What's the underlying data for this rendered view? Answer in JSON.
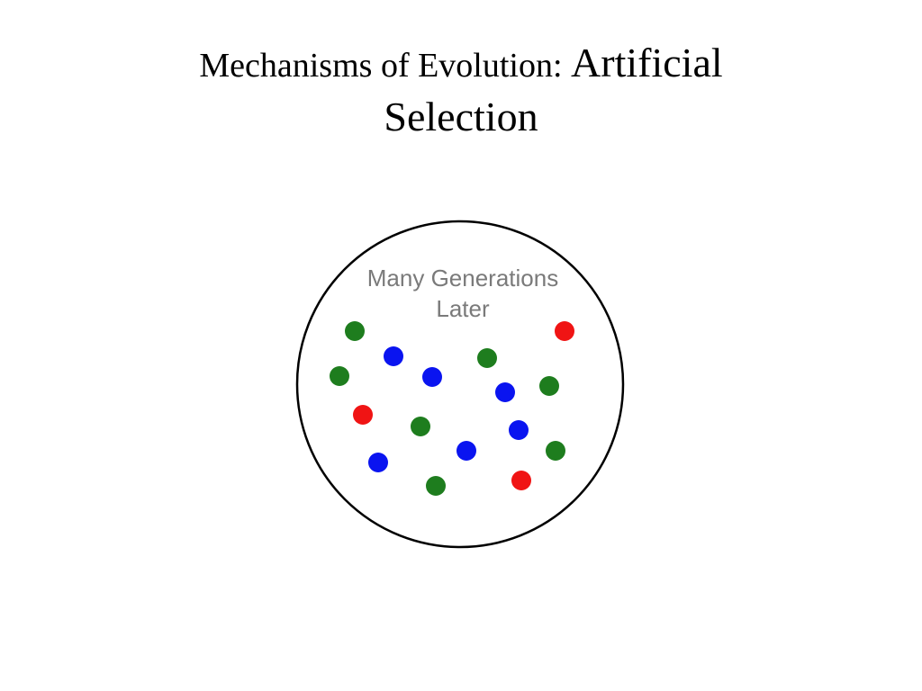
{
  "slide": {
    "title_part1": "Mechanisms of Evolution: ",
    "title_part2": "Artificial",
    "title_line2": "Selection",
    "circle_caption_line1": "Many Generations",
    "circle_caption_line2": "Later"
  },
  "colors": {
    "green": "#1e7d1e",
    "blue": "#0a14f0",
    "red": "#f01414",
    "circle_stroke": "#000000",
    "caption": "#7a7a7a"
  },
  "population": [
    {
      "color": "green"
    },
    {
      "color": "red"
    },
    {
      "color": "blue"
    },
    {
      "color": "green"
    },
    {
      "color": "green"
    },
    {
      "color": "blue"
    },
    {
      "color": "blue"
    },
    {
      "color": "green"
    },
    {
      "color": "red"
    },
    {
      "color": "green"
    },
    {
      "color": "blue"
    },
    {
      "color": "blue"
    },
    {
      "color": "green"
    },
    {
      "color": "blue"
    },
    {
      "color": "green"
    },
    {
      "color": "red"
    }
  ]
}
